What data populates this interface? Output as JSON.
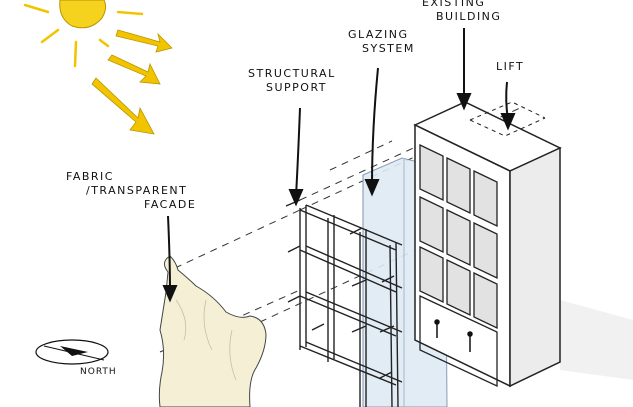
{
  "labels": {
    "existing_building": [
      "EXISTING",
      "BUILDING"
    ],
    "lift": "LIFT",
    "glazing_system": [
      "GLAZING",
      "SYSTEM"
    ],
    "structural_support": [
      "STRUCTURAL",
      "SUPPORT"
    ],
    "fabric_facade": [
      "FABRIC",
      "/TRANSPARENT",
      "FACADE"
    ],
    "north": "NORTH"
  },
  "colors": {
    "sun": "#f5d21e",
    "sun_rays": "#f2c400",
    "fabric": "#f5efd6",
    "glass": "#dfeaf5",
    "building_face": "#ffffff",
    "building_side": "#ececec",
    "window": "#e2e2e2",
    "ink": "#111111",
    "shadow": "#f0f0f0"
  }
}
